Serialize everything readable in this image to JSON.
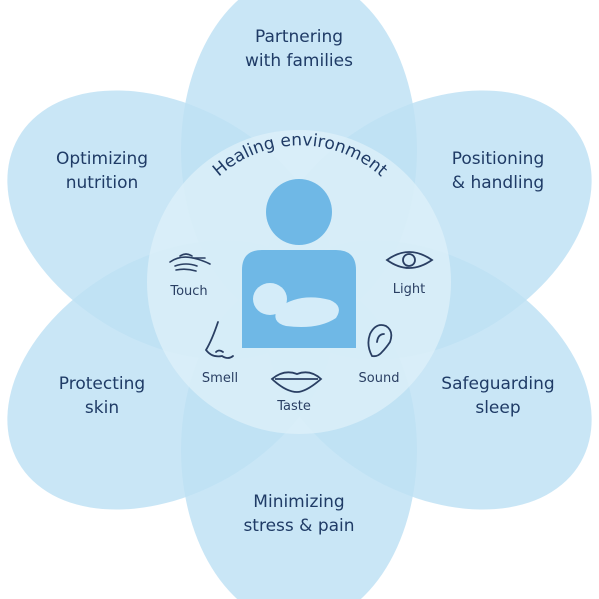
{
  "colors": {
    "petal_fill": "#b7dff3",
    "petal_stroke": "#9fd1ec",
    "center_fill": "#d7eef9",
    "figure": "#6fb8e6",
    "baby": "#d4ecf9",
    "text": "#1f3b66",
    "icon": "#2a3f63"
  },
  "center": {
    "arc_title": "Healing environment"
  },
  "petals": {
    "top": {
      "line1": "Partnering",
      "line2": "with families"
    },
    "upper_left": {
      "line1": "Optimizing",
      "line2": "nutrition"
    },
    "upper_right": {
      "line1": "Positioning",
      "line2": "& handling"
    },
    "lower_left": {
      "line1": "Protecting",
      "line2": "skin"
    },
    "lower_right": {
      "line1": "Safeguarding",
      "line2": "sleep"
    },
    "bottom": {
      "line1": "Minimizing",
      "line2": "stress & pain"
    }
  },
  "senses": {
    "touch": {
      "label": "Touch",
      "icon": "hand-icon"
    },
    "light": {
      "label": "Light",
      "icon": "eye-icon"
    },
    "smell": {
      "label": "Smell",
      "icon": "nose-icon"
    },
    "sound": {
      "label": "Sound",
      "icon": "ear-icon"
    },
    "taste": {
      "label": "Taste",
      "icon": "lips-icon"
    }
  }
}
